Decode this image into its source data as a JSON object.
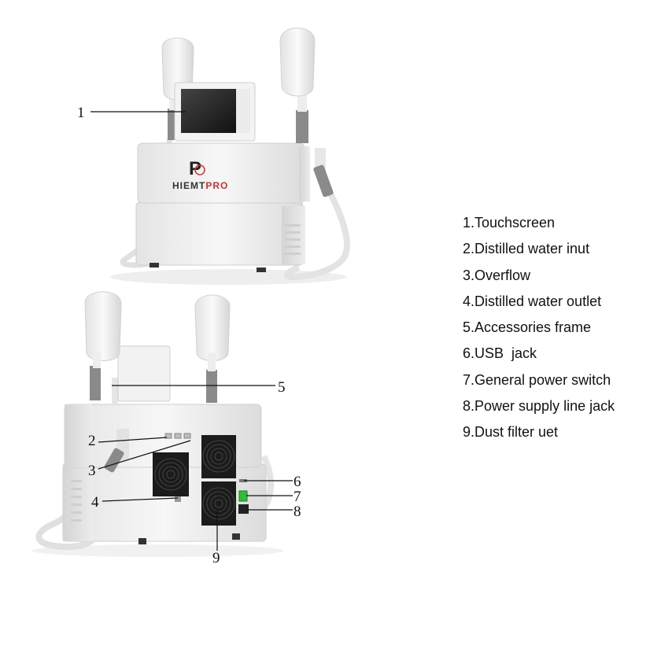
{
  "brand": {
    "logo_letter": "P",
    "name_part1": "HIEMT",
    "name_part2": "PRO",
    "accent_color": "#d0312d"
  },
  "callouts": [
    "1",
    "2",
    "3",
    "4",
    "5",
    "6",
    "7",
    "8",
    "9"
  ],
  "legend": [
    "1.Touchscreen",
    "2.Distilled water inut",
    "3.Overflow",
    "4.Distilled water outlet",
    "5.Accessories frame",
    "6.USB  jack",
    "7.General power switch",
    "8.Power supply line jack",
    "9.Dust filter uet"
  ],
  "colors": {
    "body": "#f1f1f1",
    "body_shade": "#d9d9d9",
    "screen": "#2a2a2a",
    "fan": "#1b1b1b",
    "grip": "#8a8a8a",
    "switch": "#2bbf3a"
  },
  "icons": [
    "fan-icon",
    "power-switch-icon",
    "power-jack-icon",
    "usb-port-icon"
  ]
}
